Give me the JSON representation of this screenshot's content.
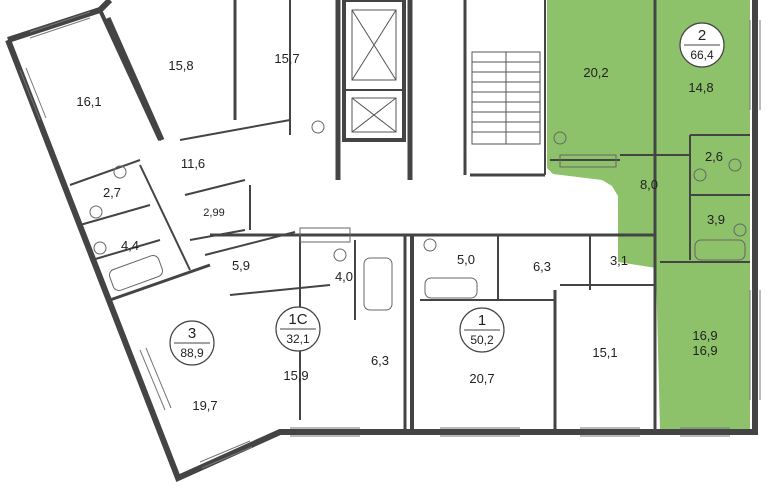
{
  "colors": {
    "highlight": "#8dc26a",
    "wall": "#444444",
    "circle_fill": "#ffffff"
  },
  "units": [
    {
      "key": "u3",
      "number": "3",
      "area": "88,9"
    },
    {
      "key": "u1c",
      "number": "1С",
      "area": "32,1"
    },
    {
      "key": "u1",
      "number": "1",
      "area": "50,2"
    },
    {
      "key": "u2",
      "number": "2",
      "area": "66,4"
    }
  ],
  "rooms": {
    "r161": "16,1",
    "r158": "15,8",
    "r157": "15,7",
    "r116": "11,6",
    "r27": "2,7",
    "r299": "2,99",
    "r44": "4,4",
    "r197": "19,7",
    "r59": "5,9",
    "r40": "4,0",
    "r159": "15,9",
    "r63a": "6,3",
    "r50": "5,0",
    "r63b": "6,3",
    "r31": "3,1",
    "r207": "20,7",
    "r151": "15,1",
    "r202": "20,2",
    "r148": "14,8",
    "r26": "2,6",
    "r80": "8,0",
    "r39": "3,9",
    "r169a": "16,9",
    "r169b": "16,9"
  }
}
